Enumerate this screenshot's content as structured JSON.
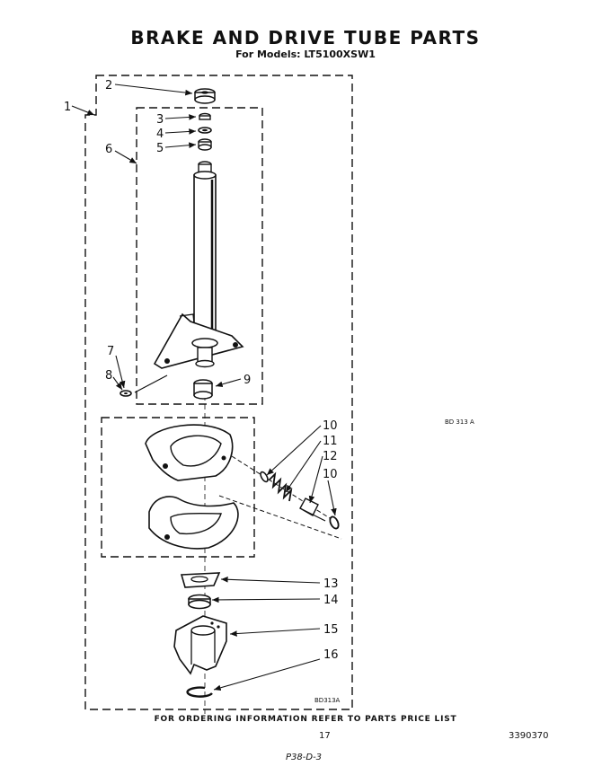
{
  "header": {
    "title": "BRAKE AND DRIVE TUBE PARTS",
    "subtitle": "For Models: LT5100XSW1"
  },
  "callouts": [
    "1",
    "2",
    "3",
    "4",
    "5",
    "6",
    "7",
    "8",
    "9",
    "10",
    "11",
    "12",
    "10",
    "13",
    "14",
    "15",
    "16"
  ],
  "ref_code": "BD 313 A",
  "corner_code": "BD313A",
  "footer": {
    "order_info": "FOR ORDERING INFORMATION REFER TO PARTS PRICE LIST",
    "page_number": "17",
    "part_number": "3390370",
    "handwritten": "P38-D-3"
  }
}
